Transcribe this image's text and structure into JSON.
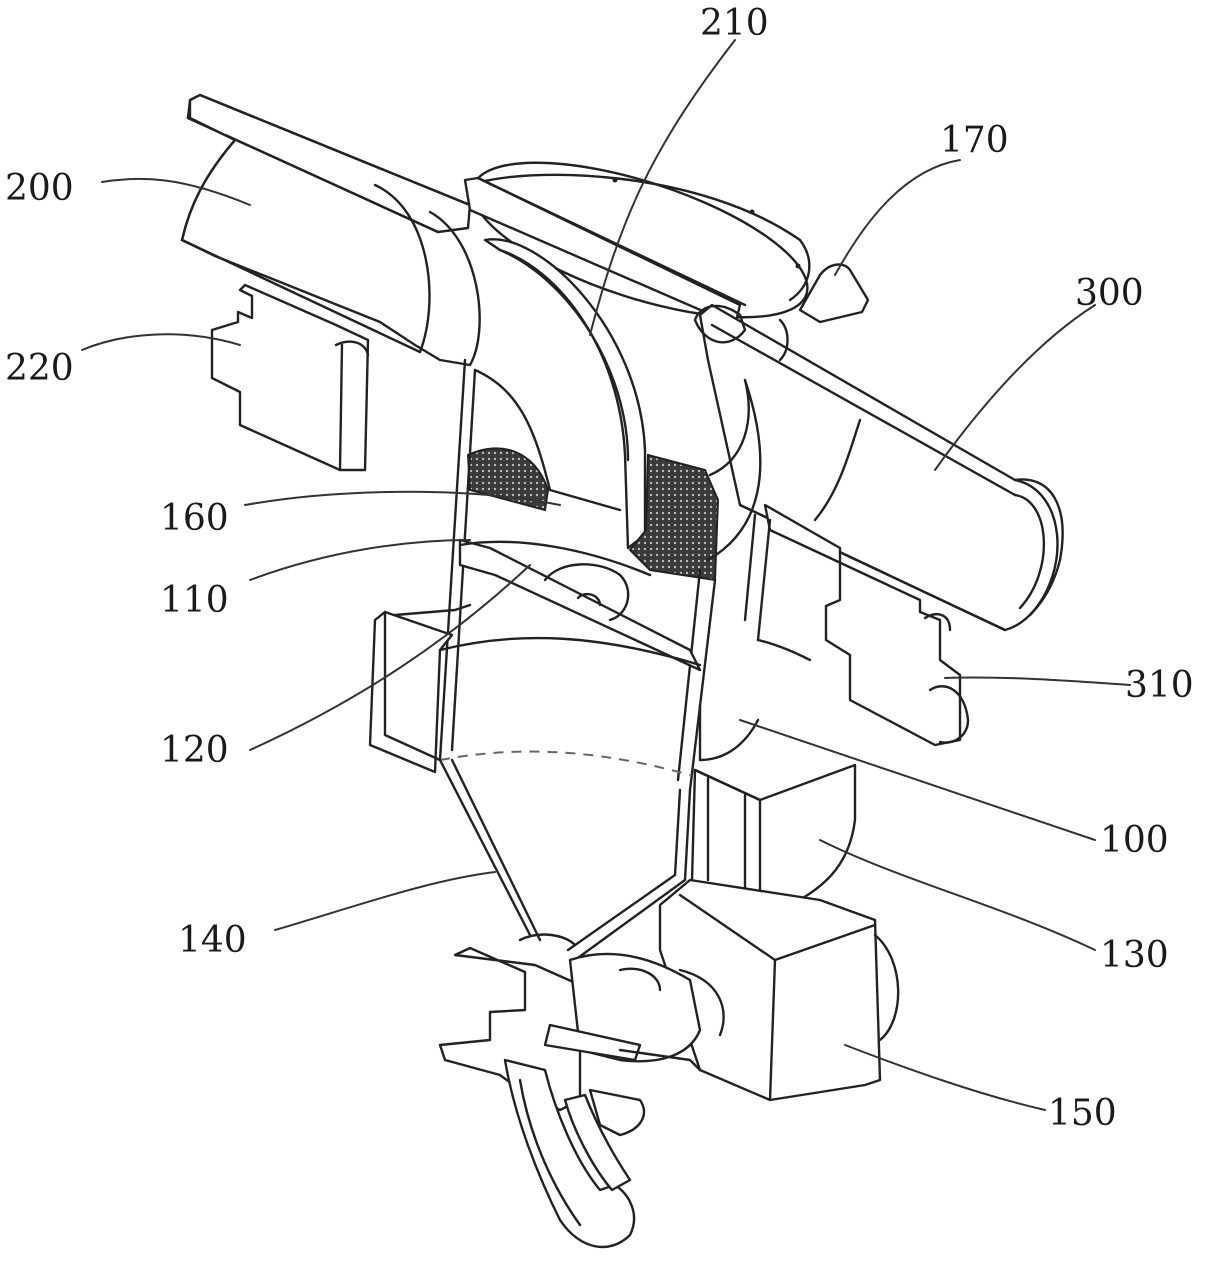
{
  "labels": {
    "l200": "200",
    "l210": "210",
    "l170": "170",
    "l300": "300",
    "l220": "220",
    "l160": "160",
    "l110": "110",
    "l310": "310",
    "l120": "120",
    "l100": "100",
    "l140": "140",
    "l130": "130",
    "l150": "150"
  },
  "colors": {
    "line": "#222222",
    "mesh": "#333333",
    "background": "#ffffff"
  }
}
